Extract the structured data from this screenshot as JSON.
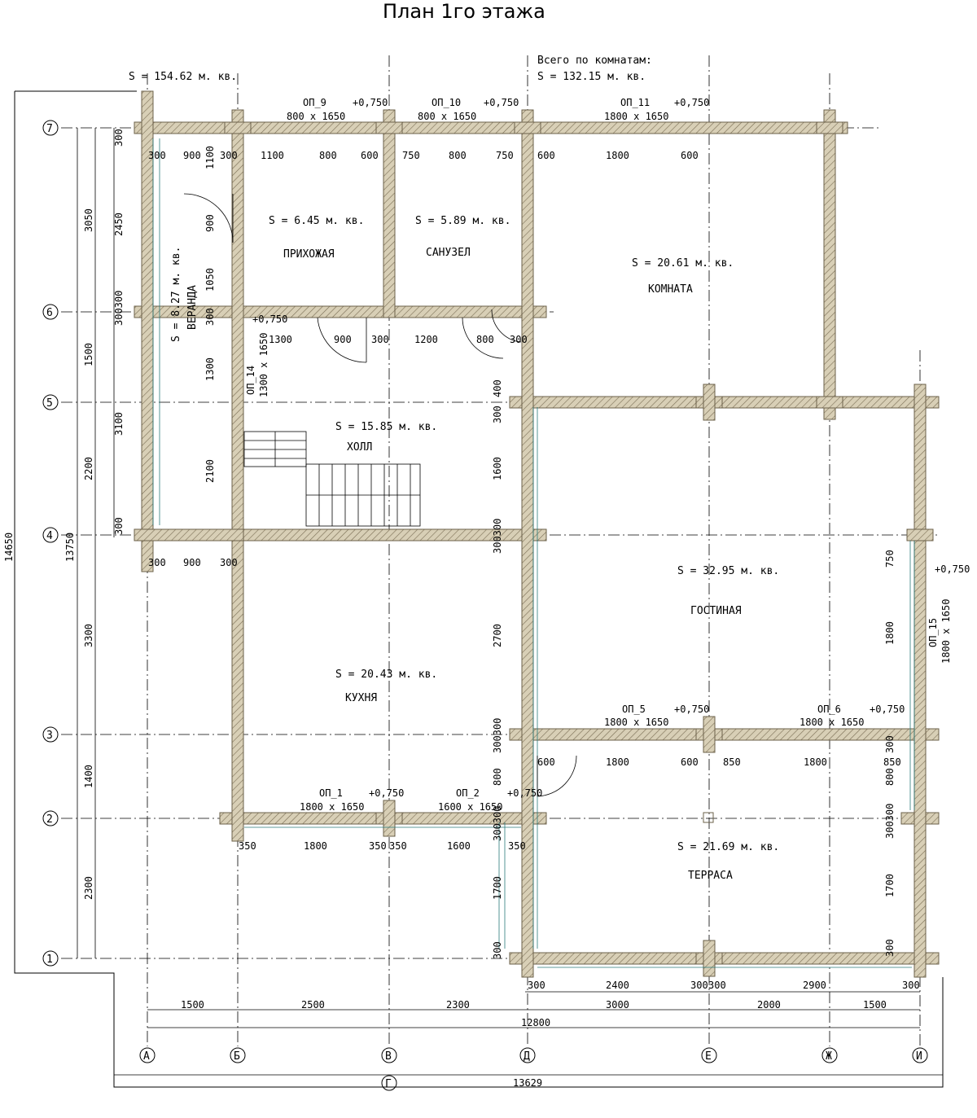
{
  "title": "План 1го этажа",
  "total_area": "S   =   154.62 м. кв.",
  "rooms_total_caption": "Всего по комнатам:",
  "rooms_total_area": "S   =   132.15 м. кв.",
  "rooms": {
    "veranda": {
      "area": "S   =   8.27 м. кв.",
      "name": "ВЕРАНДА"
    },
    "entry": {
      "area": "S   =   6.45 м. кв.",
      "name": "ПРИХОЖАЯ"
    },
    "bath": {
      "area": "S   =   5.89 м. кв.",
      "name": "САНУЗЕЛ"
    },
    "room": {
      "area": "S   =   20.61 м. кв.",
      "name": "КОМНАТА"
    },
    "hall": {
      "area": "S   =   15.85 м. кв.",
      "name": "ХОЛЛ"
    },
    "living": {
      "area": "S   =   32.95 м. кв.",
      "name": "ГОСТИНАЯ"
    },
    "kitchen": {
      "area": "S   =   20.43 м. кв.",
      "name": "КУХНЯ"
    },
    "terrace": {
      "area": "S   =   21.69 м. кв.",
      "name": "ТЕРРАСА"
    }
  },
  "openings": {
    "op9": {
      "name": "ОП_9",
      "size": "800 х 1650",
      "level": "+0,750"
    },
    "op10": {
      "name": "ОП_10",
      "size": "800 х 1650",
      "level": "+0,750"
    },
    "op11": {
      "name": "ОП_11",
      "size": "1800 х 1650",
      "level": "+0,750"
    },
    "op14": {
      "name": "ОП_14",
      "size": "1300 х 1650",
      "level": "+0,750"
    },
    "op15": {
      "name": "ОП_15",
      "size": "1800 х 1650",
      "level": "+0,750"
    },
    "op5": {
      "name": "ОП_5",
      "size": "1800 х 1650",
      "level": "+0,750"
    },
    "op6": {
      "name": "ОП_6",
      "size": "1800 х 1650",
      "level": "+0,750"
    },
    "op1": {
      "name": "ОП_1",
      "size": "1800 х 1650",
      "level": "+0,750"
    },
    "op2": {
      "name": "ОП_2",
      "size": "1600 х 1650",
      "level": "+0,750"
    }
  },
  "axes_rows": [
    "7",
    "6",
    "5",
    "4",
    "3",
    "2",
    "1"
  ],
  "axes_cols": [
    "А",
    "Б",
    "В",
    "Г",
    "Д",
    "Е",
    "Ж",
    "И"
  ],
  "dims_bottom": [
    "1500",
    "2500",
    "2300",
    "3000",
    "2000",
    "1500"
  ],
  "dim_total_12800": "12800",
  "dim_total_13629": "13629",
  "dims_left_outer": [
    "3050",
    "1500",
    "2200",
    "3300",
    "1400",
    "2300"
  ],
  "dim_total_13750": "13750",
  "dim_total_14650": "14650",
  "dims_left_inner": [
    "3100"
  ],
  "misc_dims": {
    "d300": "300",
    "d900": "900",
    "d1100": "1100",
    "d800": "800",
    "d600": "600",
    "d750": "750",
    "d1800": "1800",
    "d1050": "1050",
    "d2450": "2450",
    "d1300": "1300",
    "d1200": "1200",
    "d2100": "2100",
    "d400": "400",
    "d1600": "1600",
    "d2700": "2700",
    "d850": "850",
    "d350": "350",
    "d1700": "1700",
    "d2400": "2400",
    "d2900": "2900",
    "d300300": "300300",
    "d3100": "3100",
    "d3000": "3000",
    "d2000": "2000"
  }
}
